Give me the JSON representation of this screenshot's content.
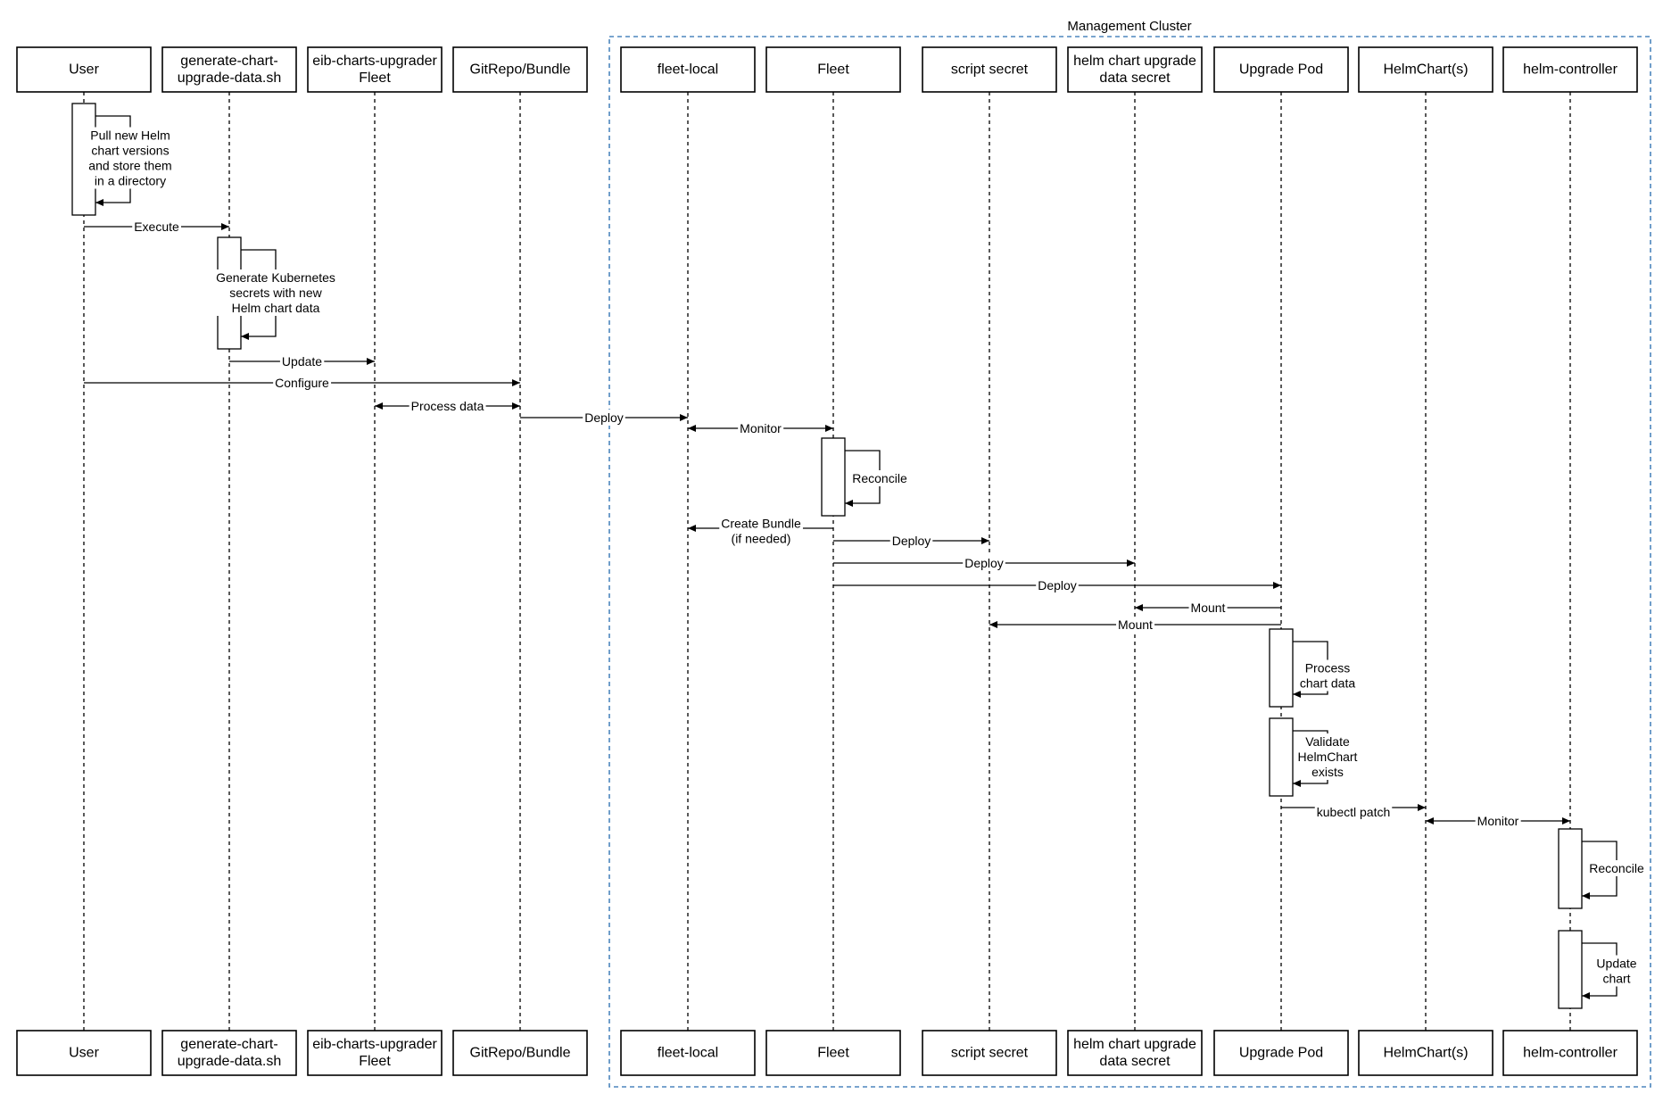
{
  "cluster": {
    "title": "Management Cluster"
  },
  "participants": [
    {
      "id": "user",
      "lines": [
        "User"
      ]
    },
    {
      "id": "gen",
      "lines": [
        "generate-chart-",
        "upgrade-data.sh"
      ]
    },
    {
      "id": "eib",
      "lines": [
        "eib-charts-upgrader",
        "Fleet"
      ]
    },
    {
      "id": "git",
      "lines": [
        "GitRepo/Bundle"
      ]
    },
    {
      "id": "fleetlocal",
      "lines": [
        "fleet-local"
      ]
    },
    {
      "id": "fleet",
      "lines": [
        "Fleet"
      ]
    },
    {
      "id": "script",
      "lines": [
        "script secret"
      ]
    },
    {
      "id": "helmsecret",
      "lines": [
        "helm chart upgrade",
        "data secret"
      ]
    },
    {
      "id": "pod",
      "lines": [
        "Upgrade Pod"
      ]
    },
    {
      "id": "helmchart",
      "lines": [
        "HelmChart(s)"
      ]
    },
    {
      "id": "controller",
      "lines": [
        "helm-controller"
      ]
    }
  ],
  "activations": [
    {
      "on": "user",
      "label": [
        "Pull new Helm",
        "chart versions",
        "and store them",
        "in a directory"
      ]
    },
    {
      "on": "gen",
      "label": [
        "Generate Kubernetes",
        "secrets with new",
        "Helm chart data"
      ]
    },
    {
      "on": "fleet",
      "label": [
        "Reconcile"
      ]
    },
    {
      "on": "pod",
      "label": [
        "Process",
        "chart data"
      ]
    },
    {
      "on": "pod",
      "label": [
        "Validate",
        "HelmChart",
        "exists"
      ]
    },
    {
      "on": "controller",
      "label": [
        "Reconcile"
      ]
    },
    {
      "on": "controller",
      "label": [
        "Update",
        "chart"
      ]
    }
  ],
  "messages": [
    {
      "from": "user",
      "to": "gen",
      "label": [
        "Execute"
      ],
      "bidirectional": false
    },
    {
      "from": "gen",
      "to": "eib",
      "label": [
        "Update"
      ],
      "bidirectional": false
    },
    {
      "from": "user",
      "to": "git",
      "label": [
        "Configure"
      ],
      "bidirectional": false
    },
    {
      "from": "eib",
      "to": "git",
      "label": [
        "Process data"
      ],
      "bidirectional": true
    },
    {
      "from": "git",
      "to": "fleetlocal",
      "label": [
        "Deploy"
      ],
      "bidirectional": false
    },
    {
      "from": "fleetlocal",
      "to": "fleet",
      "label": [
        "Monitor"
      ],
      "bidirectional": true
    },
    {
      "from": "fleet",
      "to": "fleetlocal",
      "label": [
        "Create Bundle",
        "(if needed)"
      ],
      "bidirectional": false
    },
    {
      "from": "fleet",
      "to": "script",
      "label": [
        "Deploy"
      ],
      "bidirectional": false
    },
    {
      "from": "fleet",
      "to": "helmsecret",
      "label": [
        "Deploy"
      ],
      "bidirectional": false
    },
    {
      "from": "fleet",
      "to": "pod",
      "label": [
        "Deploy"
      ],
      "bidirectional": false
    },
    {
      "from": "pod",
      "to": "helmsecret",
      "label": [
        "Mount"
      ],
      "bidirectional": false
    },
    {
      "from": "pod",
      "to": "script",
      "label": [
        "Mount"
      ],
      "bidirectional": false
    },
    {
      "from": "pod",
      "to": "helmchart",
      "label": [
        "kubectl patch"
      ],
      "bidirectional": false
    },
    {
      "from": "helmchart",
      "to": "controller",
      "label": [
        "Monitor"
      ],
      "bidirectional": true
    }
  ]
}
